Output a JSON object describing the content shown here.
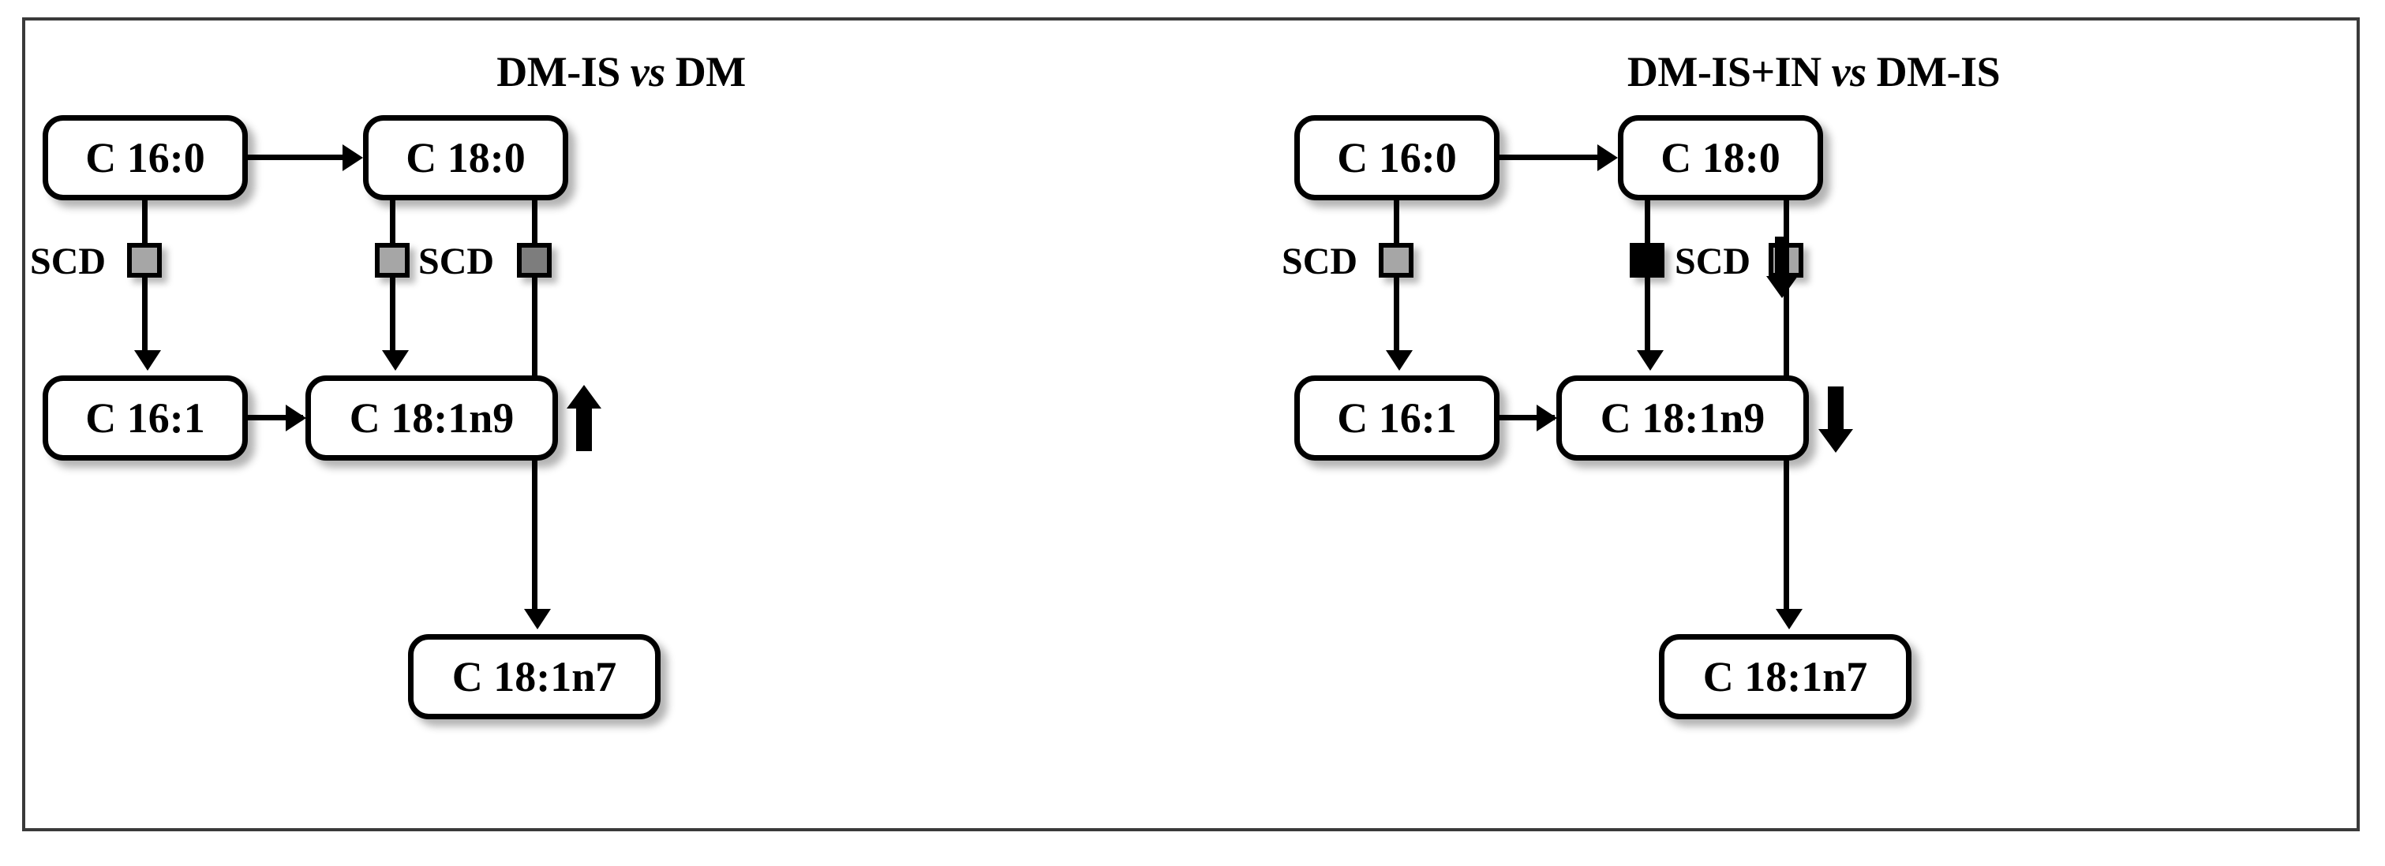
{
  "figure": {
    "panels": [
      {
        "id": "left",
        "title_prefix": "DM-IS ",
        "title_vs": "vs",
        "title_suffix": " DM",
        "nodes": [
          {
            "id": "c16_0",
            "label": "C 16:0"
          },
          {
            "id": "c18_0",
            "label": "C 18:0"
          },
          {
            "id": "c16_1",
            "label": "C 16:1"
          },
          {
            "id": "c18_1n9",
            "label": "C 18:1n9"
          },
          {
            "id": "c18_1n7",
            "label": "C 18:1n7"
          }
        ],
        "enzymes": [
          {
            "id": "scd_left",
            "label": "SCD",
            "marker": "gray-light"
          },
          {
            "id": "scd_mid",
            "label": "",
            "marker": "gray-light"
          },
          {
            "id": "scd_right",
            "label": "SCD",
            "marker": "gray-dark"
          }
        ],
        "regulation": [
          {
            "target": "c18_1n9",
            "direction": "up"
          }
        ]
      },
      {
        "id": "right",
        "title_prefix": "DM-IS+IN ",
        "title_vs": "vs",
        "title_suffix": " DM-IS",
        "nodes": [
          {
            "id": "c16_0",
            "label": "C 16:0"
          },
          {
            "id": "c18_0",
            "label": "C 18:0"
          },
          {
            "id": "c16_1",
            "label": "C 16:1"
          },
          {
            "id": "c18_1n9",
            "label": "C 18:1n9"
          },
          {
            "id": "c18_1n7",
            "label": "C 18:1n7"
          }
        ],
        "enzymes": [
          {
            "id": "scd_left",
            "label": "SCD",
            "marker": "gray-light"
          },
          {
            "id": "scd_mid",
            "label": "",
            "marker": "black"
          },
          {
            "id": "scd_right",
            "label": "SCD",
            "marker": "gray-light"
          }
        ],
        "regulation": [
          {
            "target": "scd_mid",
            "direction": "down"
          },
          {
            "target": "c18_1n9",
            "direction": "down"
          }
        ]
      }
    ],
    "colors": {
      "frame": "#3a3a3a",
      "node_border": "#000000",
      "node_fill": "#ffffff",
      "marker_gray_light": "#a6a6a6",
      "marker_gray_dark": "#7d7d7d",
      "marker_black": "#000000",
      "line": "#000000"
    }
  }
}
